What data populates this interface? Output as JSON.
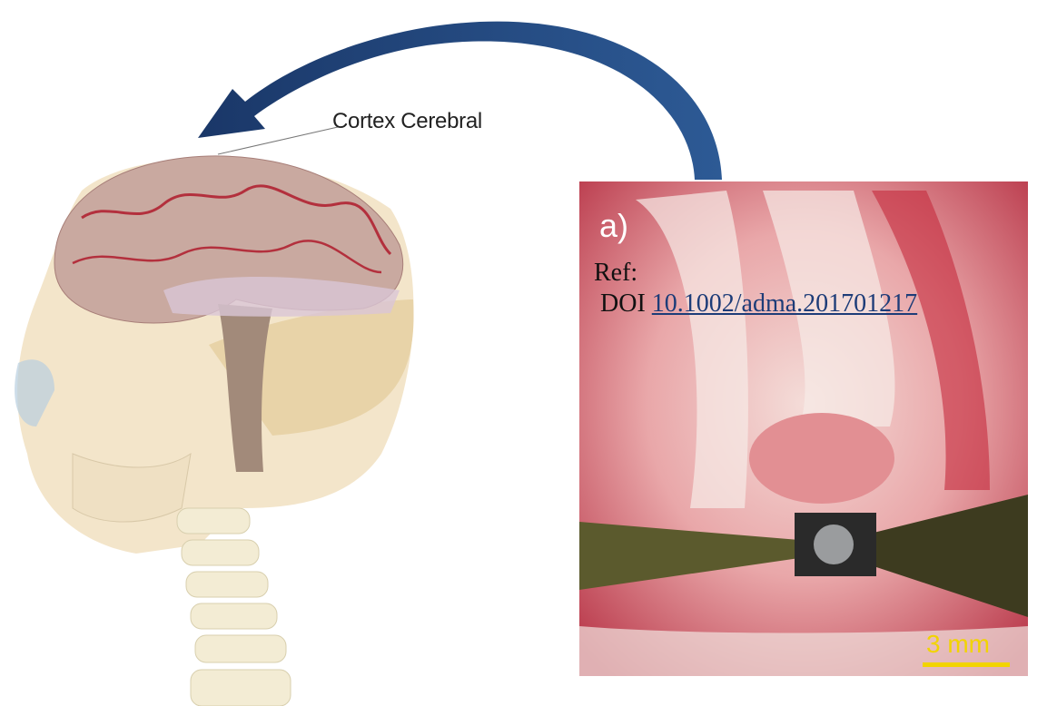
{
  "figure": {
    "structure_label": "Cortex Cerebral",
    "panel_letter": "a)",
    "reference_title": "Ref:",
    "doi_prefix": "DOI",
    "doi_link": "10.1002/adma.201701217",
    "scale_bar_label": "3 mm",
    "colors": {
      "arrow": "#1f3f73",
      "scale": "#f2d400",
      "link": "#1d3c78"
    }
  }
}
